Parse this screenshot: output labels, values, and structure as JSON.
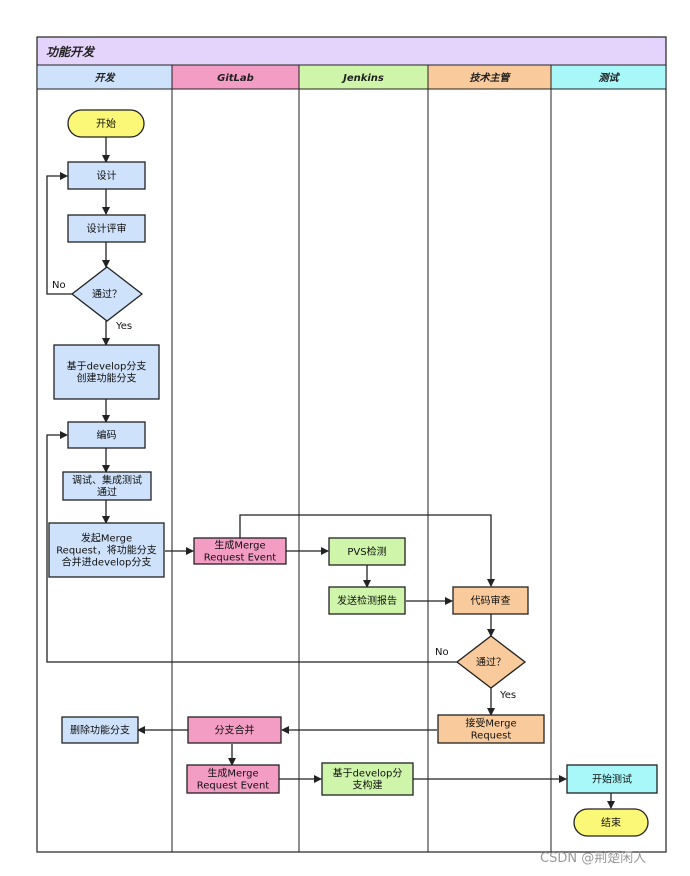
{
  "pool": {
    "title": "功能开发",
    "fill": "#e4d4fb"
  },
  "lanes": [
    {
      "name": "开发",
      "fill": "#cfe2fb"
    },
    {
      "name": "GitLab",
      "fill": "#f39cc4"
    },
    {
      "name": "Jenkins",
      "fill": "#cef5a9"
    },
    {
      "name": "技术主管",
      "fill": "#f9cb9c"
    },
    {
      "name": "测试",
      "fill": "#a8f7f9"
    }
  ],
  "nodes": {
    "start": {
      "lines": [
        "开始"
      ]
    },
    "design": {
      "lines": [
        "设计"
      ]
    },
    "design_review": {
      "lines": [
        "设计评审"
      ]
    },
    "pass1": {
      "lines": [
        "通过？"
      ]
    },
    "create_branch": {
      "lines": [
        "基于develop分支",
        "创建功能分支"
      ]
    },
    "coding": {
      "lines": [
        "编码"
      ]
    },
    "debug_test": {
      "lines": [
        "调试、集成测试",
        "通过"
      ]
    },
    "initiate_mr": {
      "lines": [
        "发起Merge",
        "Request，将功能分支",
        "合并进develop分支"
      ]
    },
    "gen_mr_event1": {
      "lines": [
        "生成Merge",
        "Request Event"
      ]
    },
    "pvs_check": {
      "lines": [
        "PVS检测"
      ]
    },
    "send_report": {
      "lines": [
        "发送检测报告"
      ]
    },
    "code_review": {
      "lines": [
        "代码审查"
      ]
    },
    "pass2": {
      "lines": [
        "通过？"
      ]
    },
    "accept_mr": {
      "lines": [
        "接受Merge",
        "Request"
      ]
    },
    "branch_merge": {
      "lines": [
        "分支合并"
      ]
    },
    "delete_branch": {
      "lines": [
        "删除功能分支"
      ]
    },
    "gen_mr_event2": {
      "lines": [
        "生成Merge",
        "Request Event"
      ]
    },
    "build_develop": {
      "lines": [
        "基于develop分",
        "支构建"
      ]
    },
    "start_test": {
      "lines": [
        "开始测试"
      ]
    },
    "end": {
      "lines": [
        "结束"
      ]
    }
  },
  "edge_labels": {
    "pass1_no": "No",
    "pass1_yes": "Yes",
    "pass2_no": "No",
    "pass2_yes": "Yes"
  },
  "watermark": "CSDN @荆楚闲人"
}
